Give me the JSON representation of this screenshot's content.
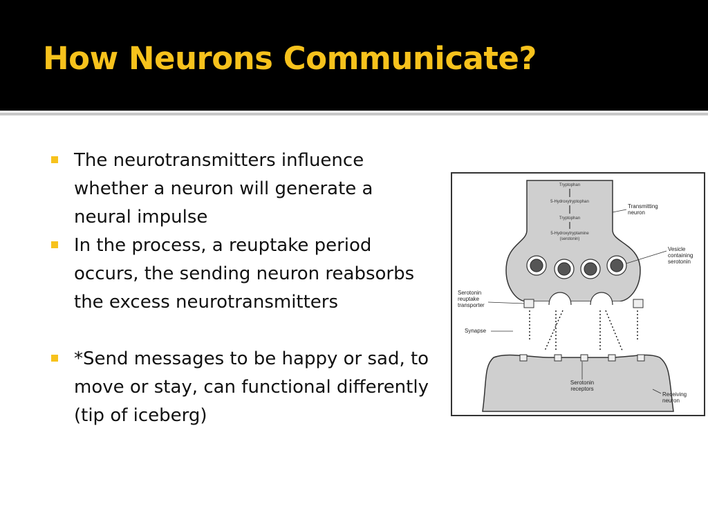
{
  "slide": {
    "title": "How Neurons Communicate?",
    "accent_color": "#f7c21c",
    "bullets": [
      "The neurotransmitters influence whether a neuron will generate a neural impulse",
      "In the process, a reuptake period occurs, the sending neuron reabsorbs the excess neurotransmitters",
      "*Send messages to be happy or sad, to move or stay, can functional differently (tip of iceberg)"
    ]
  },
  "figure": {
    "pathway": [
      "Tryptophan",
      "5-Hydroxytryptophan",
      "Tryptophan",
      "5-Hydroxytryptamine",
      "(serotonin)"
    ],
    "labels": {
      "transmitting": [
        "Transmitting",
        "neuron"
      ],
      "vesicle": [
        "Vesicle",
        "containing",
        "serotonin"
      ],
      "reuptake": [
        "Serotonin",
        "reuptake",
        "transporter"
      ],
      "synapse": "Synapse",
      "receptors": [
        "Serotonin",
        "receptors"
      ],
      "receiving": [
        "Receiving",
        "neuron"
      ]
    }
  }
}
